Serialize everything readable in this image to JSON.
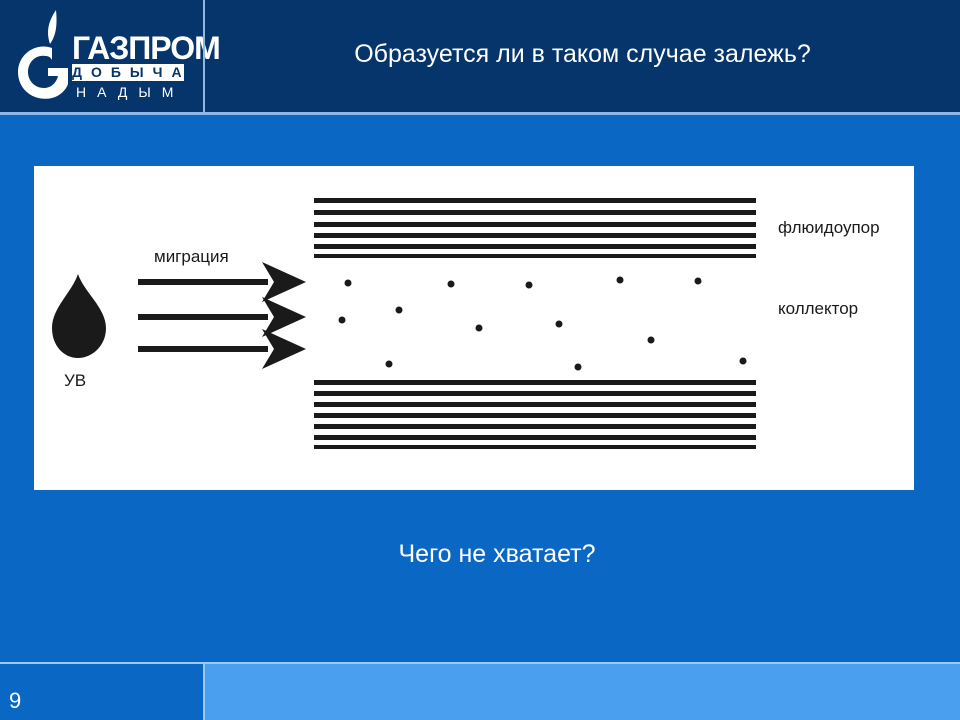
{
  "slide": {
    "title": "Образуется ли в таком случае залежь?",
    "question": "Чего не хватает?",
    "page_number": "9"
  },
  "logo": {
    "line1": "ГАЗПРОМ",
    "line2": "ДОБЫЧА",
    "line3": "НАДЫМ",
    "icon": "gazprom-flame-icon"
  },
  "diagram": {
    "source_label": "УВ",
    "migration_label": "миграция",
    "seal_label": "флюидоупор",
    "reservoir_label": "коллектор",
    "icons": [
      "oil-drop-icon",
      "arrow-right-icon"
    ]
  },
  "colors": {
    "header_bg": "#05356b",
    "body_bg": "#0a68c4",
    "footer_bg": "#4aa0ef",
    "line_accent": "#8fb8e6",
    "diagram_ink": "#1a1a1a"
  }
}
